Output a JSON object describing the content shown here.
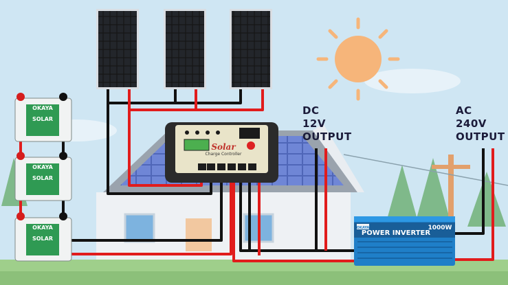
{
  "watermark": {
    "line1": "",
    "line2": ""
  },
  "panels": [
    {
      "name": "solar-panel-1"
    },
    {
      "name": "solar-panel-2"
    },
    {
      "name": "solar-panel-3"
    }
  ],
  "batteries": [
    {
      "brand": "OKAYA",
      "type": "SOLAR"
    },
    {
      "brand": "OKAYA",
      "type": "SOLAR"
    },
    {
      "brand": "OKAYA",
      "type": "SOLAR"
    }
  ],
  "controller": {
    "brand": "Solar",
    "subtitle": "Charge Controller"
  },
  "inverter": {
    "badge": "OKAYA",
    "title": "POWER INVERTER",
    "rating": "1000W"
  },
  "dc_output": {
    "line1": "DC",
    "line2": "12V",
    "line3": "OUTPUT"
  },
  "ac_output": {
    "line1": "AC",
    "line2": "240V",
    "line3": "OUTPUT"
  },
  "colors": {
    "positive_wire": "#e11c1c",
    "negative_wire": "#111111",
    "sky": "#cfe6f3",
    "sun": "#f6b57a",
    "inverter_body": "#1f7fc8"
  }
}
